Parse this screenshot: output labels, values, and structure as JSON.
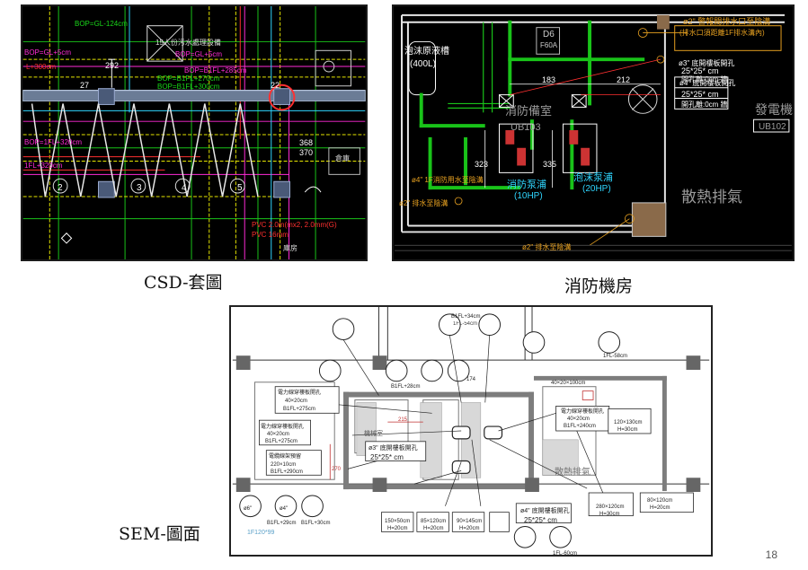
{
  "captions": {
    "csd": "CSD-套圖",
    "fire_room": "消防機房",
    "sem": "SEM-圖面"
  },
  "page_number": "18",
  "csd_panel": {
    "labels": {
      "bop1": "BOP=GL-124cm",
      "bop2": "BOP=GL+5cm",
      "bop3": "BOP=GL+5cm",
      "bop4": "BOP=B1FL+285cm",
      "bop5": "BOP=B1FL+270cm",
      "bop6": "BOP=B1FL+300cm",
      "l300": "L+300cm",
      "septic": "15人份污水處理設備",
      "fl320": "BOP=1FL+320cm",
      "fl320b": "1FL+320cm",
      "n368": "368",
      "n370": "370",
      "pvc1": "PVC 2.0m(mx2, 2.0mm(G)",
      "pvc2": "PVC 16mm",
      "storage": "倉庫",
      "room": "庫房",
      "d292": "292",
      "d27": "27",
      "d22": "22",
      "circ2": "2",
      "circ3": "3",
      "circ4": "4",
      "circ5": "5"
    }
  },
  "fire_panel": {
    "labels": {
      "tank": "泡沫原液槽",
      "tank_vol": "(400L)",
      "d6": "D6",
      "f60a": "F60A",
      "pipe_top": "ø2\" 警報閥排水口至陰溝",
      "pipe_top2": "(排水口須距離1F排水溝內)",
      "box1_title": "ø3\" 底開樓板開孔",
      "box1_size": "25*25* cm",
      "box1_depth": "開孔離:0cm 牆",
      "box2_title": "ø4\" 底開樓板開孔",
      "box2_size": "25*25* cm",
      "box2_depth": "開孔離:0cm 牆",
      "dim183": "183",
      "dim212": "212",
      "dim323": "323",
      "dim335": "335",
      "room_name": "消防備室",
      "room_code": "UB103",
      "generator": "發電機",
      "gen_code": "UB102",
      "pump1": "消防泵浦",
      "pump1_hp": "(10HP)",
      "pump2": "泡沫泵浦",
      "pump2_hp": "(20HP)",
      "exhaust": "散熱排氣",
      "drain1": "ø2\" 排水至陰溝",
      "drain2": "ø2\" 排水至陰溝",
      "fire_water": "ø4\" 1F消防用水至陰溝"
    }
  },
  "sem_panel": {
    "labels": {
      "open1_title": "電力線穿樓板開孔",
      "open1_size": "40×20cm",
      "open1_h": "B1FL+275cm",
      "open2_title": "電力線穿樓板開孔",
      "open2_size": "40×20cm",
      "open2_h": "B1FL+275cm",
      "open3_title": "電力線穿樓板開孔",
      "open3_size": "40×20cm",
      "open3_h": "B1FL+240cm",
      "tray": "電纜線架預留",
      "tray_size": "220×10cm",
      "tray_h": "B1FL+290cm",
      "box_title": "ø3\" 底開樓板開孔",
      "box_size": "25*25* cm",
      "box2_title": "ø4\" 底開樓板開孔",
      "box2_size": "25*25* cm",
      "exhaust": "散熱排氣",
      "r1": "40×20×100cm",
      "r2": "280×120cm",
      "r2h": "H=30cm",
      "r3": "120×130cm",
      "r3h": "H=30cm",
      "b1": "150×50cm",
      "b1h": "H=20cm",
      "b2": "85×120cm",
      "b2h": "H=20cm",
      "b3": "90×145cm",
      "b3h": "H=20cm",
      "b4": "80×120cm",
      "b4h": "H=20cm",
      "fl1": "B1FL+34cm",
      "fl2": "1FL-54cm",
      "fl3": "B1FL+28cm",
      "fl4": "B1FL+29cm",
      "fl5": "B1FL+30cm",
      "fl6": "1FL-58cm",
      "fl7": "1FL-60cm",
      "dia6": "ø6\"",
      "dia4": "ø4\"",
      "dim215": "215",
      "dim174": "174",
      "dim270": "270",
      "zone": "1F120*99",
      "mech": "機械室"
    }
  }
}
